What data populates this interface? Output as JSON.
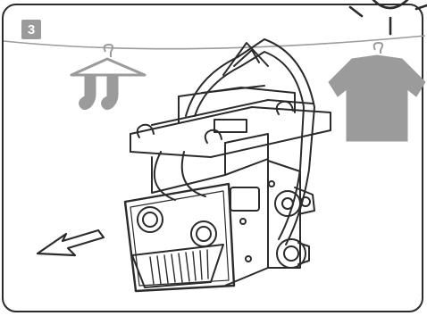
{
  "step": {
    "number": "3"
  },
  "icons": {
    "clothesline": "clothesline",
    "socks": "socks-on-hanger-icon",
    "tshirt": "tshirt-on-hanger-icon",
    "sun": "sun-icon",
    "device": "device-illustration",
    "arrow": "direction-arrow-icon"
  },
  "colors": {
    "line": "#2b2b2b",
    "gray": "#9b9b9b"
  }
}
